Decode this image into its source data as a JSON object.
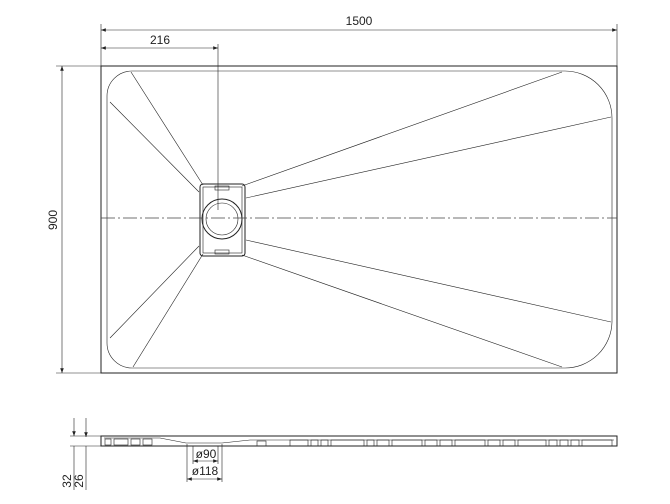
{
  "dimensions": {
    "length": "1500",
    "drain_offset": "216",
    "width": "900",
    "total_height": "32",
    "body_height": "26",
    "inner_diameter": "ø90",
    "outer_diameter": "ø118"
  }
}
